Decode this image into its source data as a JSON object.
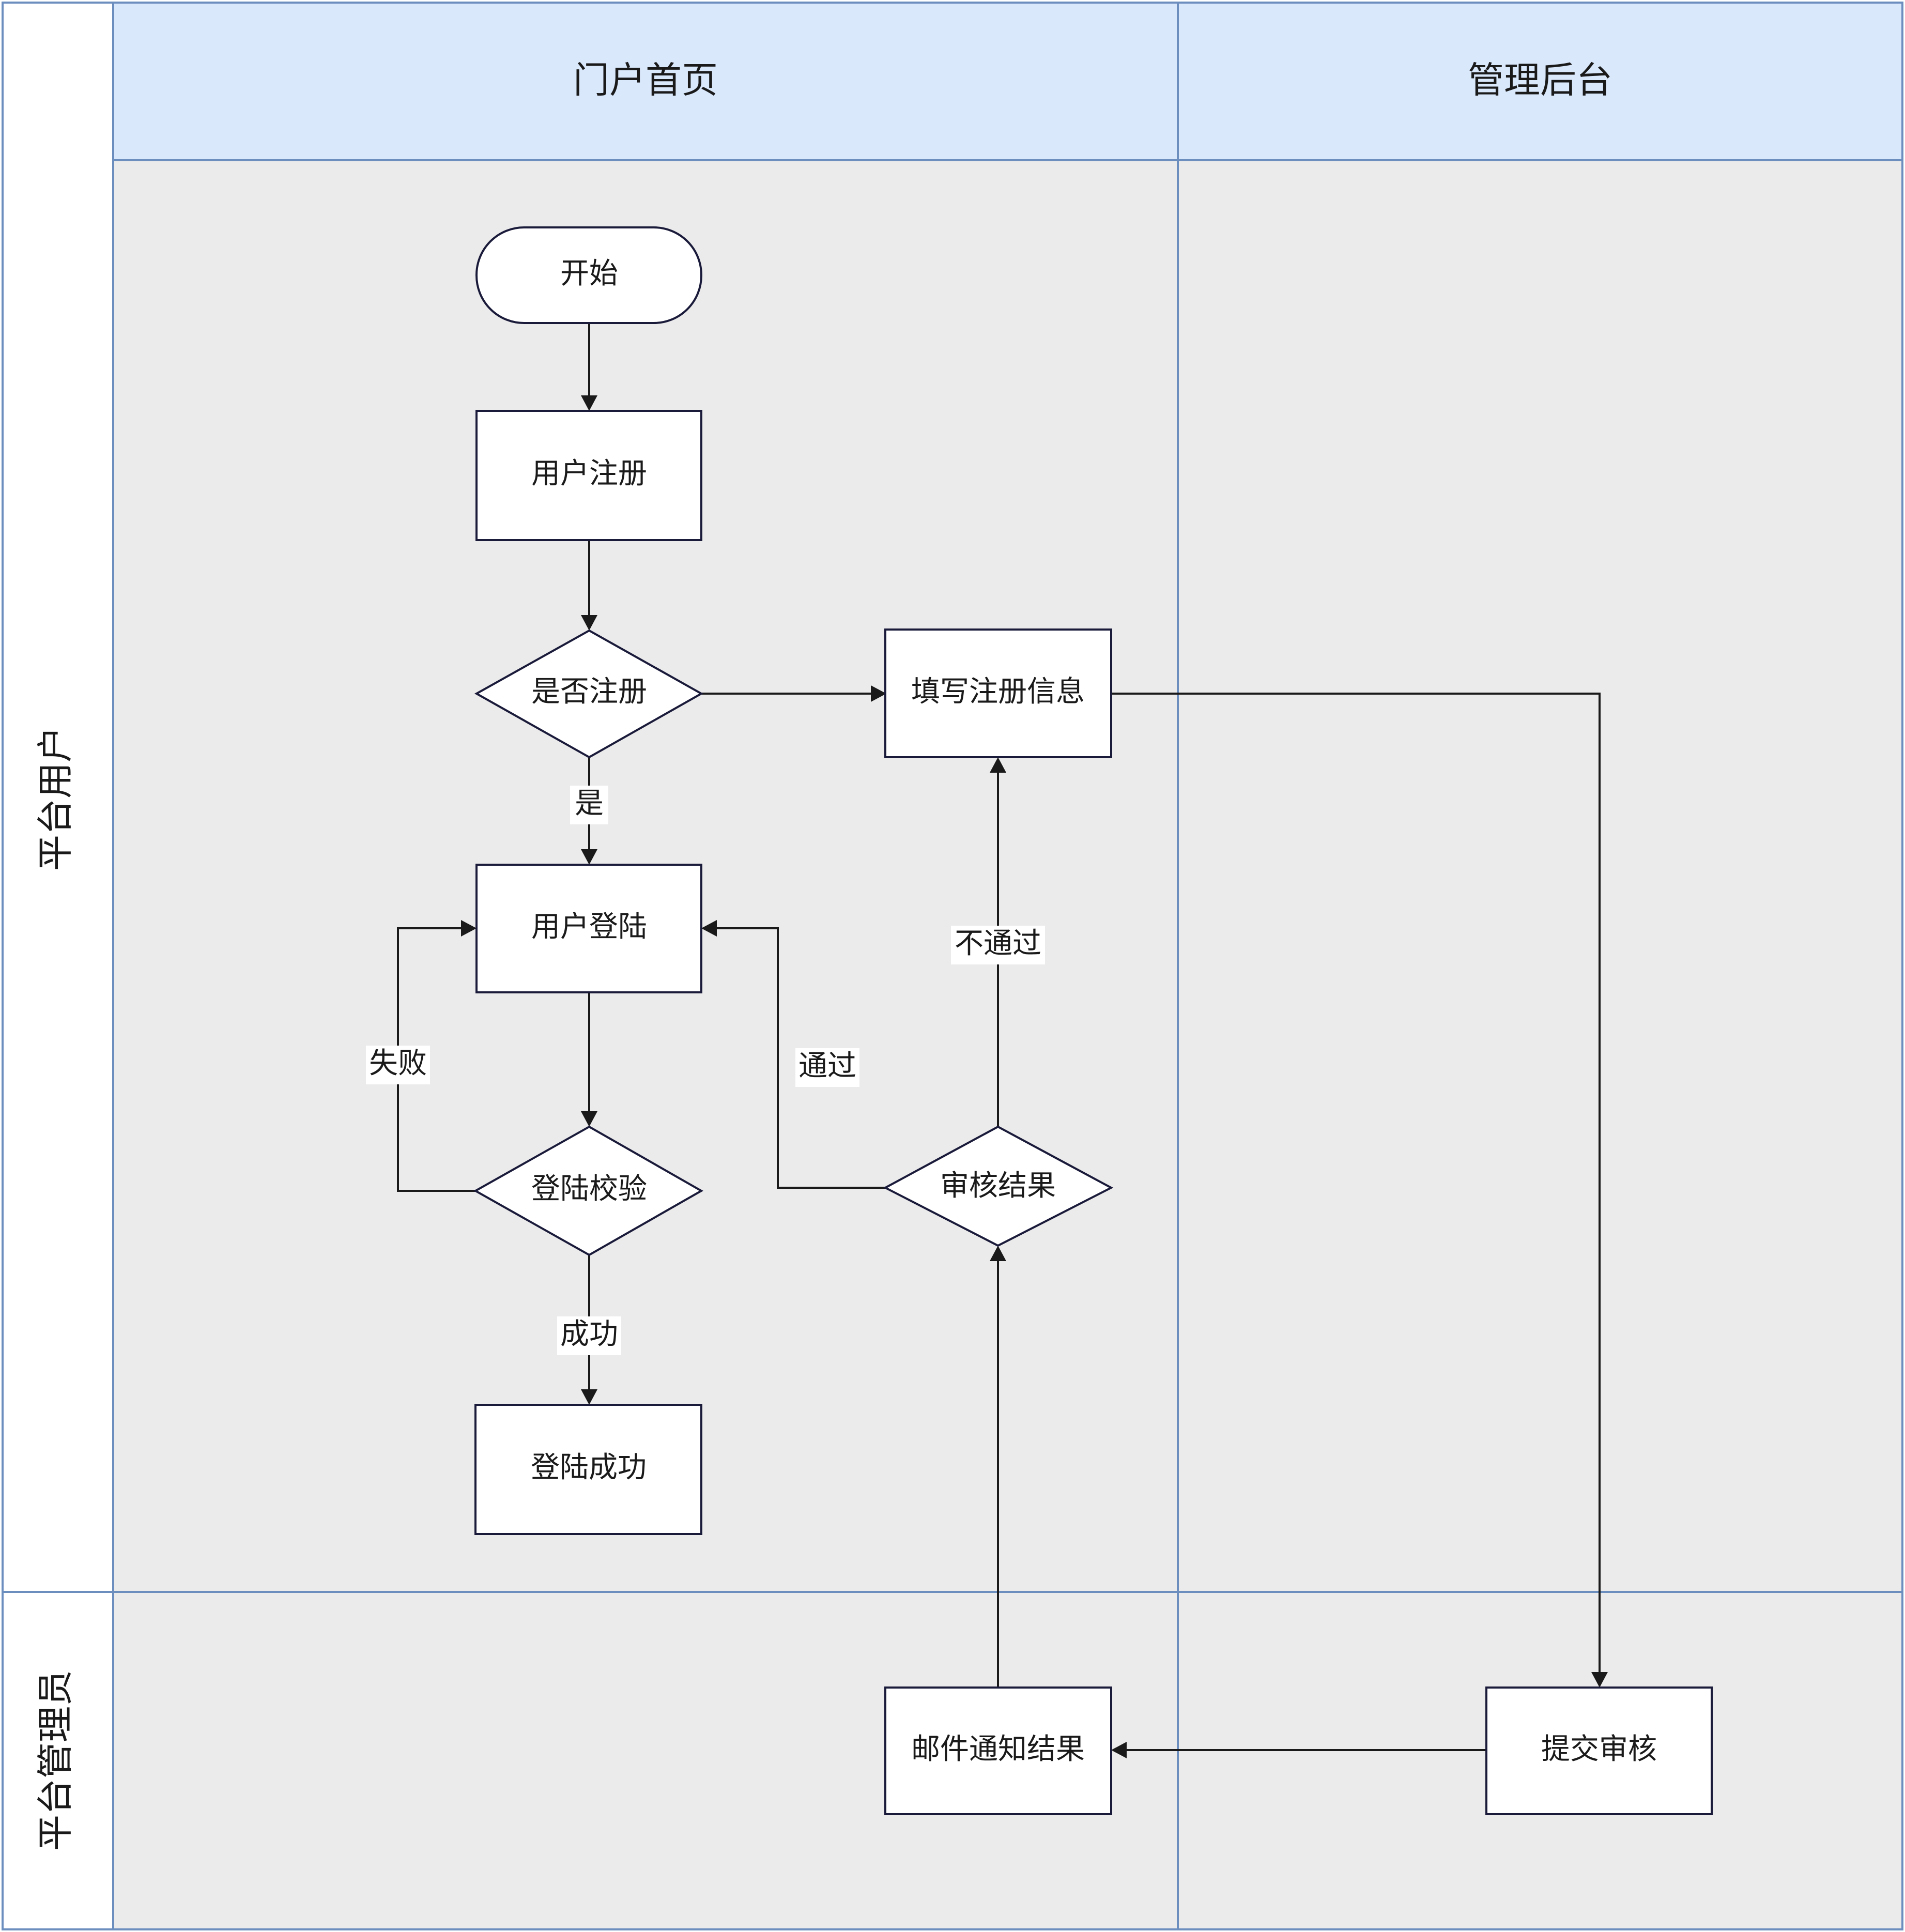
{
  "columns": {
    "portal": "门户首页",
    "admin_backend": "管理后台"
  },
  "lanes": {
    "platform_user": "平台用户",
    "platform_admin": "平台管理员"
  },
  "nodes": {
    "start": "开始",
    "user_register": "用户注册",
    "is_registered": "是否注册",
    "fill_info": "填写注册信息",
    "user_login": "用户登陆",
    "login_check": "登陆校验",
    "login_success": "登陆成功",
    "review_result": "审核结果",
    "email_notify": "邮件通知结果",
    "submit_review": "提交审核"
  },
  "edge_labels": {
    "yes": "是",
    "fail": "失败",
    "success": "成功",
    "pass": "通过",
    "not_pass": "不通过"
  },
  "colors": {
    "header_fill": "#dae8fc",
    "lane_fill": "#ebebeb",
    "lane_border": "#6c8ebf",
    "node_fill": "#ffffff",
    "node_border": "#1a1a3a"
  }
}
